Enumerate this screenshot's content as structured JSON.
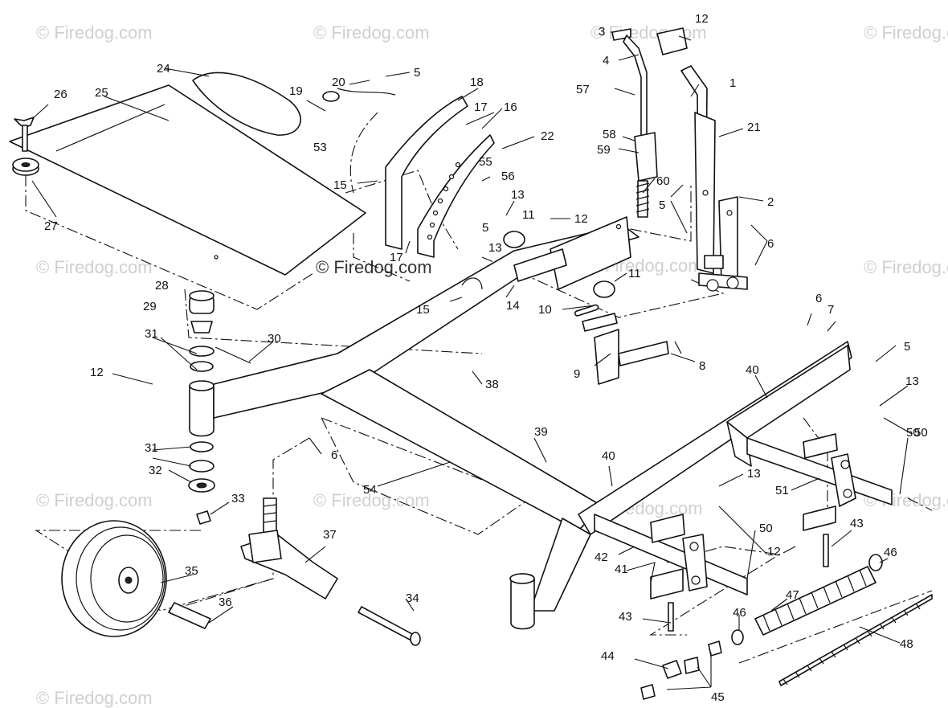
{
  "watermarks": [
    "© Firedog.com",
    "© Firedog.com",
    "© Firedog.com",
    "© Firedog.com",
    "© Firedog.com",
    "© Firedog.com",
    "© Firedog.com",
    "© Firedog.com",
    "© Firedog.com",
    "© Firedog.com",
    "© Firedog.com",
    "© Firedog.com"
  ],
  "watermark_center": "© Firedog.com",
  "callouts": [
    "1",
    "2",
    "3",
    "4",
    "5",
    "5",
    "5",
    "5",
    "6",
    "6",
    "6",
    "7",
    "8",
    "9",
    "10",
    "11",
    "11",
    "12",
    "12",
    "12",
    "12",
    "13",
    "13",
    "13",
    "13",
    "14",
    "15",
    "15",
    "16",
    "17",
    "17",
    "18",
    "19",
    "20",
    "21",
    "22",
    "24",
    "25",
    "26",
    "27",
    "28",
    "29",
    "30",
    "31",
    "31",
    "32",
    "33",
    "34",
    "35",
    "36",
    "37",
    "38",
    "39",
    "40",
    "40",
    "41",
    "42",
    "43",
    "43",
    "44",
    "45",
    "46",
    "46",
    "47",
    "48",
    "50",
    "50",
    "50",
    "51",
    "53",
    "54",
    "55",
    "56",
    "57",
    "58",
    "59",
    "60"
  ]
}
